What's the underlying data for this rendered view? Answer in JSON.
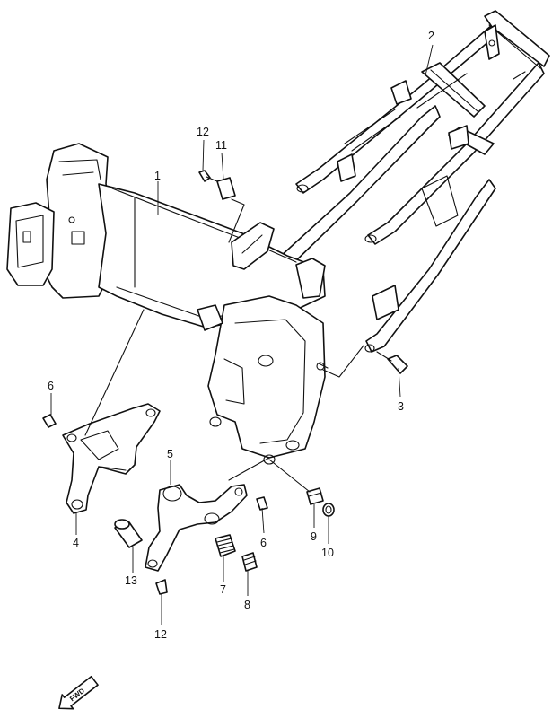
{
  "callouts": {
    "c1": "1",
    "c2": "2",
    "c3": "3",
    "c4": "4",
    "c5": "5",
    "c6a": "6",
    "c6b": "6",
    "c7": "7",
    "c8": "8",
    "c9": "9",
    "c10": "10",
    "c11": "11",
    "c12a": "12",
    "c12b": "12",
    "c13": "13"
  },
  "direction_marker": {
    "label": "FWD",
    "icon": "arrow-icon"
  }
}
